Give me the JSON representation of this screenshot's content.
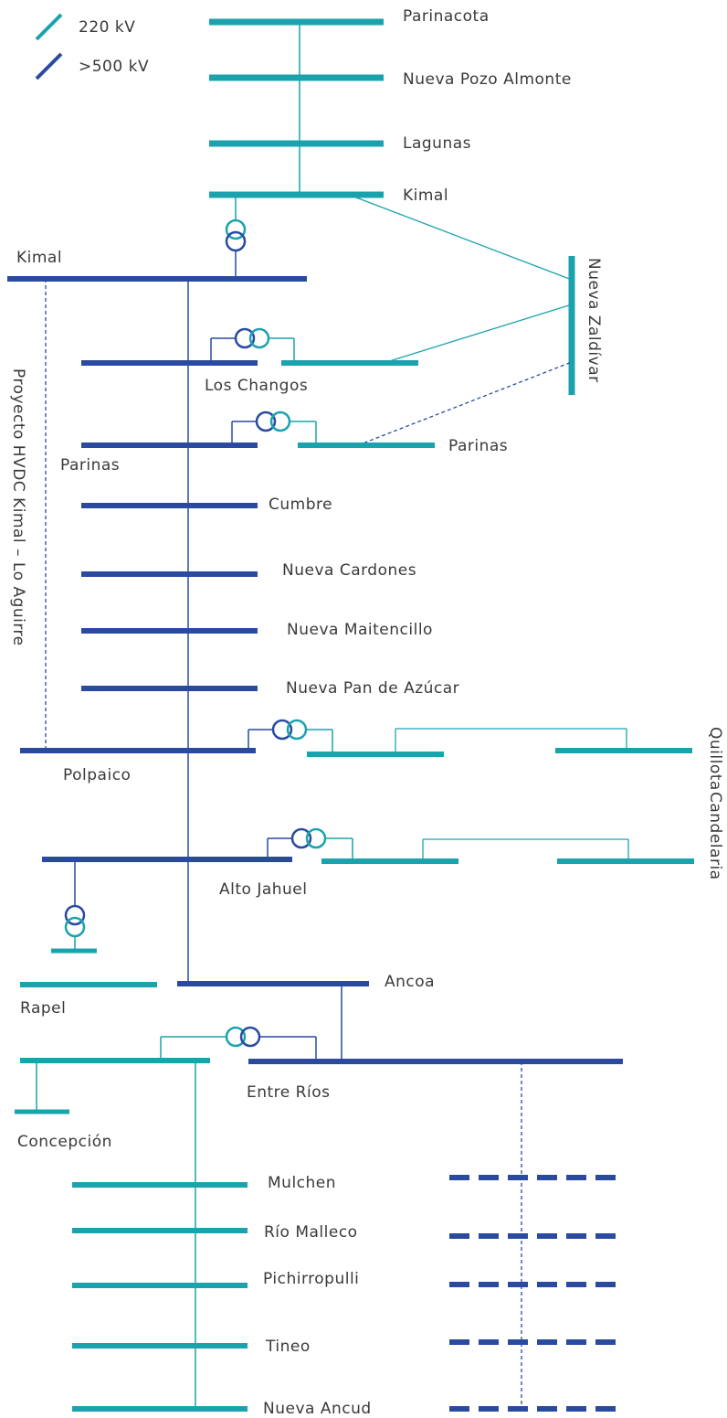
{
  "colors": {
    "kv220": "#1ba3ad",
    "kv500": "#2a4aa0",
    "text": "#3a3a3a"
  },
  "legend": {
    "kv220_label": "220 kV",
    "kv500_label": ">500 kV"
  },
  "hvdc_label": "Proyecto HVDC Kimal – Lo Aguirre",
  "substations": {
    "parinacota": "Parinacota",
    "nueva_pozo_almonte": "Nueva Pozo Almonte",
    "lagunas": "Lagunas",
    "kimal_220": "Kimal",
    "kimal_500": "Kimal",
    "nueva_zaldivar": "Nueva Zaldívar",
    "los_changos": "Los Changos",
    "parinas_500": "Parinas",
    "parinas_220": "Parinas",
    "cumbre": "Cumbre",
    "nueva_cardones": "Nueva Cardones",
    "nueva_maitencillo": "Nueva Maitencillo",
    "nueva_pan_de_azucar": "Nueva Pan de Azúcar",
    "polpaico": "Polpaico",
    "quillota": "Quillota",
    "candelaria": "Candelaria",
    "alto_jahuel": "Alto Jahuel",
    "rapel": "Rapel",
    "ancoa": "Ancoa",
    "entre_rios": "Entre Ríos",
    "concepcion": "Concepción",
    "mulchen": "Mulchen",
    "rio_malleco": "Río Malleco",
    "pichirropulli": "Pichirropulli",
    "tineo": "Tineo",
    "nueva_ancud": "Nueva Ancud"
  }
}
